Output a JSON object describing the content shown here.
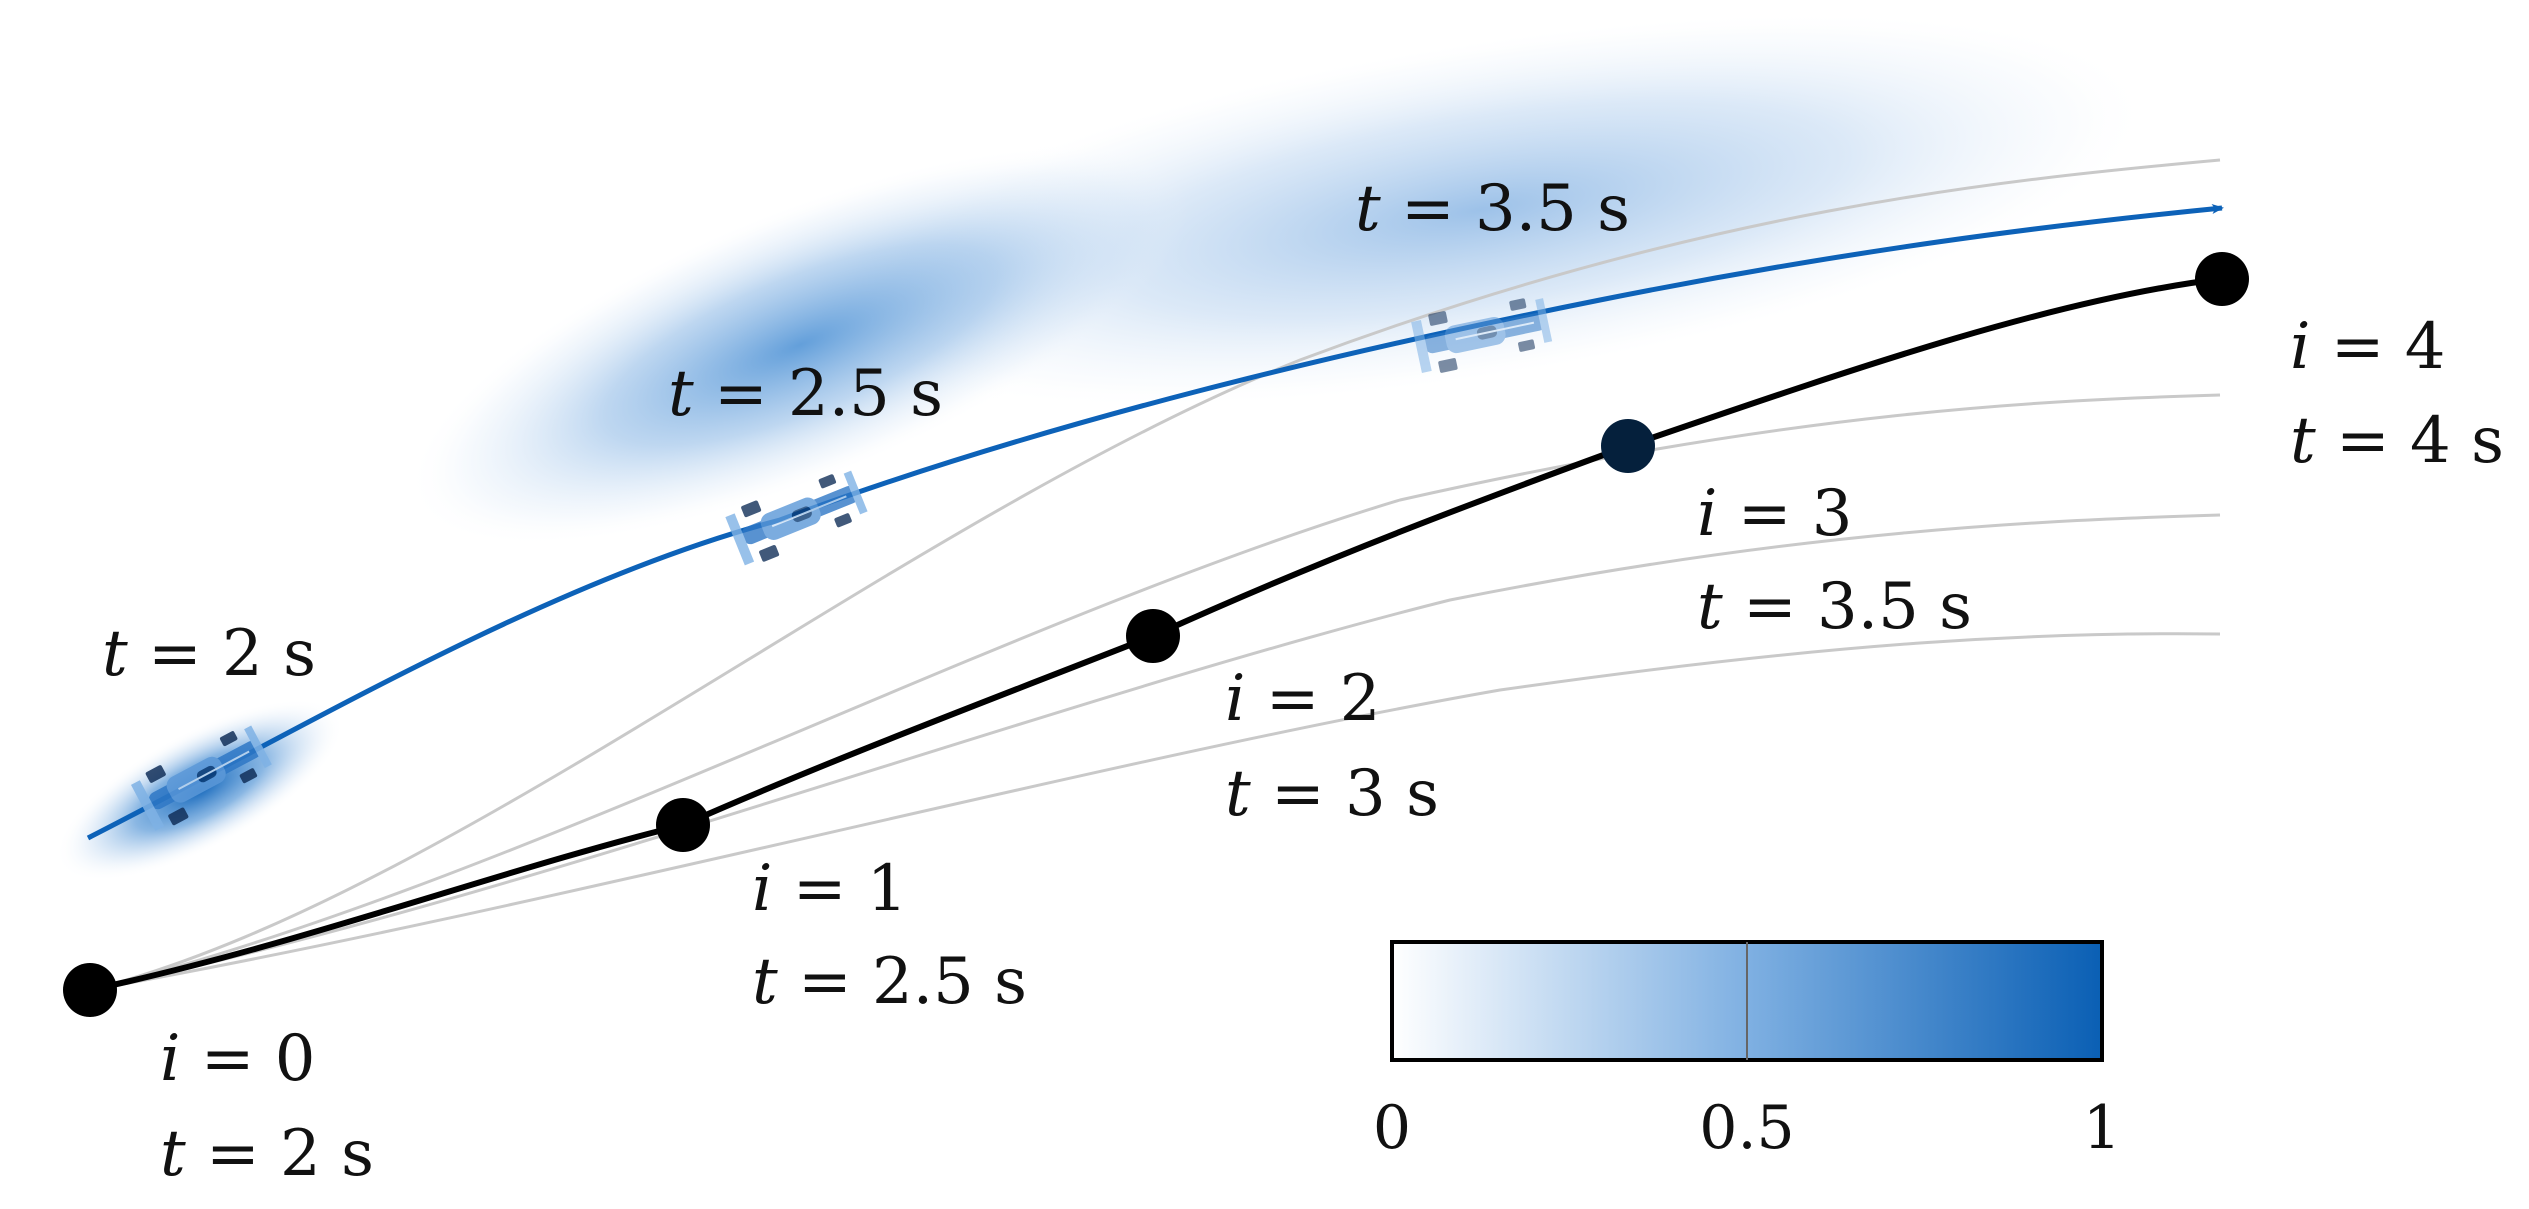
{
  "colors": {
    "prediction": "#0d62b8",
    "trajectory": "#000000",
    "candidate": "#c8c8c8",
    "colorbar_low": "#ffffff",
    "colorbar_high": "#0a5fb4"
  },
  "icons": {
    "car": "race-car-icon"
  },
  "prediction": {
    "times": [
      "t = 2 s",
      "t = 2.5 s",
      "t = 3.5 s"
    ],
    "parts": [
      {
        "var": "t",
        "eq": " = ",
        "val": "2",
        "unit": " s"
      },
      {
        "var": "t",
        "eq": " = ",
        "val": "2.5",
        "unit": " s"
      },
      {
        "var": "t",
        "eq": " = ",
        "val": "3.5",
        "unit": " s"
      }
    ]
  },
  "waypoints": [
    {
      "i_var": "i",
      "i_eq": " = ",
      "i_val": "0",
      "t_var": "t",
      "t_eq": " = ",
      "t_val": "2",
      "t_unit": " s"
    },
    {
      "i_var": "i",
      "i_eq": " = ",
      "i_val": "1",
      "t_var": "t",
      "t_eq": " = ",
      "t_val": "2.5",
      "t_unit": " s"
    },
    {
      "i_var": "i",
      "i_eq": " = ",
      "i_val": "2",
      "t_var": "t",
      "t_eq": " = ",
      "t_val": "3",
      "t_unit": " s"
    },
    {
      "i_var": "i",
      "i_eq": " = ",
      "i_val": "3",
      "t_var": "t",
      "t_eq": " = ",
      "t_val": "3.5",
      "t_unit": " s"
    },
    {
      "i_var": "i",
      "i_eq": " = ",
      "i_val": "4",
      "t_var": "t",
      "t_eq": " = ",
      "t_val": "4",
      "t_unit": " s"
    }
  ],
  "colorbar": {
    "ticks": [
      "0",
      "0.5",
      "1"
    ]
  }
}
